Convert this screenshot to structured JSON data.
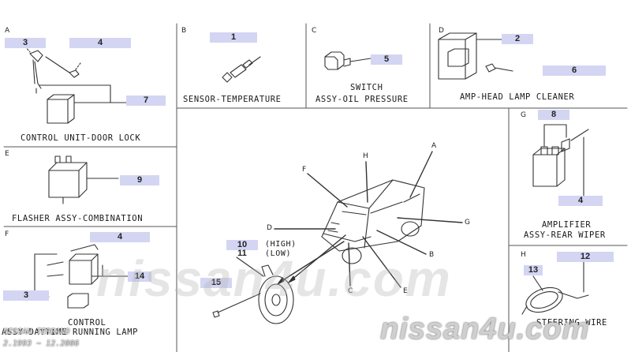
{
  "sections": {
    "A": {
      "letter": "A",
      "title": "CONTROL UNIT-DOOR LOCK",
      "parts": [
        "3",
        "4",
        "7"
      ]
    },
    "B": {
      "letter": "B",
      "title": "SENSOR-TEMPERATURE",
      "parts": [
        "1"
      ]
    },
    "C": {
      "letter": "C",
      "title_line1": "SWITCH",
      "title_line2": "ASSY-OIL PRESSURE",
      "parts": [
        "5"
      ]
    },
    "D": {
      "letter": "D",
      "title": "AMP-HEAD LAMP CLEANER",
      "parts": [
        "2",
        "6"
      ]
    },
    "E": {
      "letter": "E",
      "title": "FLASHER ASSY-COMBINATION",
      "parts": [
        "9"
      ]
    },
    "F": {
      "letter": "F",
      "title_line1": "CONTROL",
      "title_line2": "ASSY-DAYTIME RUNNING LAMP",
      "parts": [
        "4",
        "14",
        "3"
      ]
    },
    "G": {
      "letter": "G",
      "title_line1": "AMPLIFIER",
      "title_line2": "ASSY-REAR WIPER",
      "parts": [
        "8",
        "4"
      ]
    },
    "H": {
      "letter": "H",
      "title": "STEERING WIRE",
      "parts": [
        "12",
        "13"
      ]
    }
  },
  "horn": {
    "parts": [
      "10",
      "11",
      "15"
    ],
    "label_high": "(HIGH)",
    "label_low": "(LOW)"
  },
  "vehicle_callouts": [
    "A",
    "B",
    "C",
    "D",
    "E",
    "F",
    "G",
    "H"
  ],
  "watermark": {
    "center_text": "nissan4u.com",
    "corner_text": "nissan4u.com",
    "color": "#c9c9c9"
  },
  "footer": {
    "model": "NISSAN TERRANO",
    "years": "2.1993 − 12.2006"
  },
  "colors": {
    "label_bg": "#d3d5f3",
    "line": "#333333"
  }
}
